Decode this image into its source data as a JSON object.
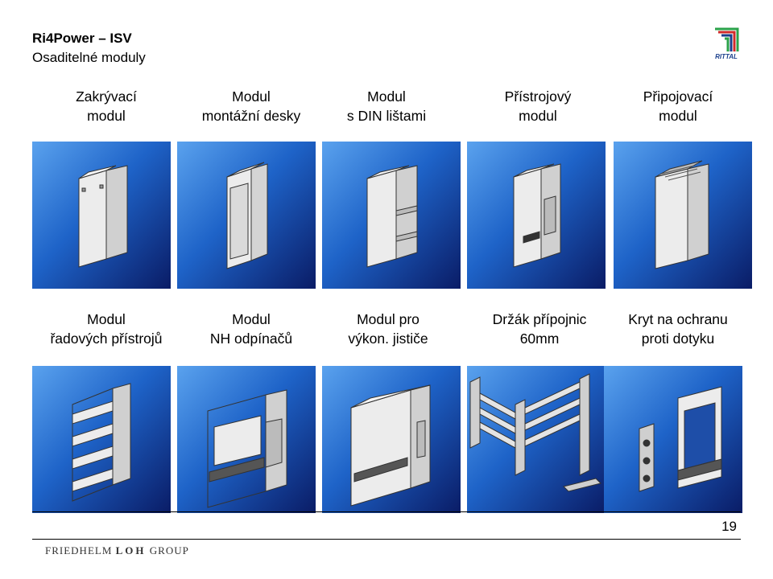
{
  "header": {
    "title": "Ri4Power – ISV",
    "subtitle": "Osaditelné moduly"
  },
  "logo": {
    "text": "RITTAL",
    "colors": [
      "#1a3f8c",
      "#2ba24a",
      "#d22a2a"
    ]
  },
  "modules_row1": [
    {
      "line1": "Zakrývací",
      "line2": "modul",
      "icon": "cover-module-icon"
    },
    {
      "line1": "Modul",
      "line2": "montážní desky",
      "icon": "mounting-plate-module-icon"
    },
    {
      "line1": "Modul",
      "line2": "s DIN lištami",
      "icon": "din-rail-module-icon"
    },
    {
      "line1": "Přístrojový",
      "line2": "modul",
      "icon": "device-module-icon"
    },
    {
      "line1": "Připojovací",
      "line2": "modul",
      "icon": "connection-module-icon"
    }
  ],
  "modules_row2": [
    {
      "line1": "Modul",
      "line2": "řadových přístrojů",
      "icon": "modular-devices-module-icon"
    },
    {
      "line1": "Modul",
      "line2": "NH odpínačů",
      "icon": "nh-disconnector-module-icon"
    },
    {
      "line1": "Modul pro",
      "line2": "výkon. jističe",
      "icon": "circuit-breaker-module-icon"
    },
    {
      "line1": "Držák přípojnic",
      "line2": "60mm",
      "icon": "busbar-holder-icon"
    },
    {
      "line1": "Kryt na ochranu",
      "line2": "proti dotyku",
      "icon": "touch-protection-cover-icon"
    }
  ],
  "footer": {
    "page_number": "19",
    "company_a": "FRIEDHELM",
    "company_b": "LOH",
    "company_c": "GROUP"
  }
}
